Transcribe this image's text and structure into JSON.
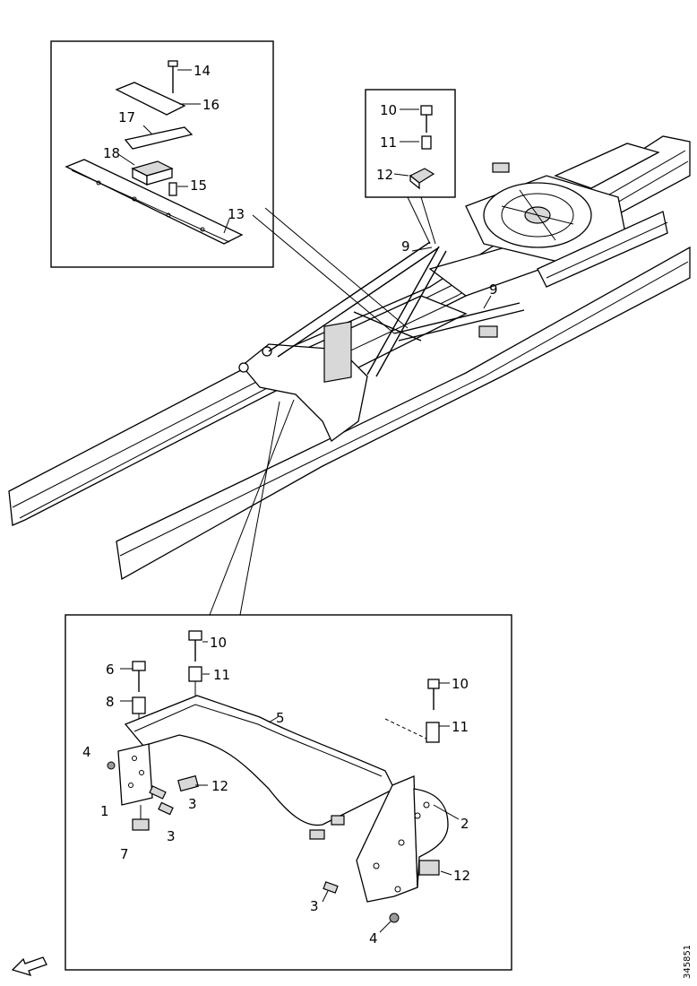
{
  "figure_ref": "345851",
  "callouts": {
    "top_left": [
      "14",
      "16",
      "17",
      "18",
      "15",
      "13"
    ],
    "top_right": [
      "10",
      "11",
      "12"
    ],
    "main": [
      "9",
      "9"
    ],
    "bottom": [
      "10",
      "11",
      "6",
      "8",
      "10",
      "11",
      "5",
      "4",
      "12",
      "1",
      "3",
      "3",
      "7",
      "2",
      "12",
      "3",
      "4"
    ]
  },
  "icons": {
    "direction_arrow": "forward-arrow-icon"
  }
}
